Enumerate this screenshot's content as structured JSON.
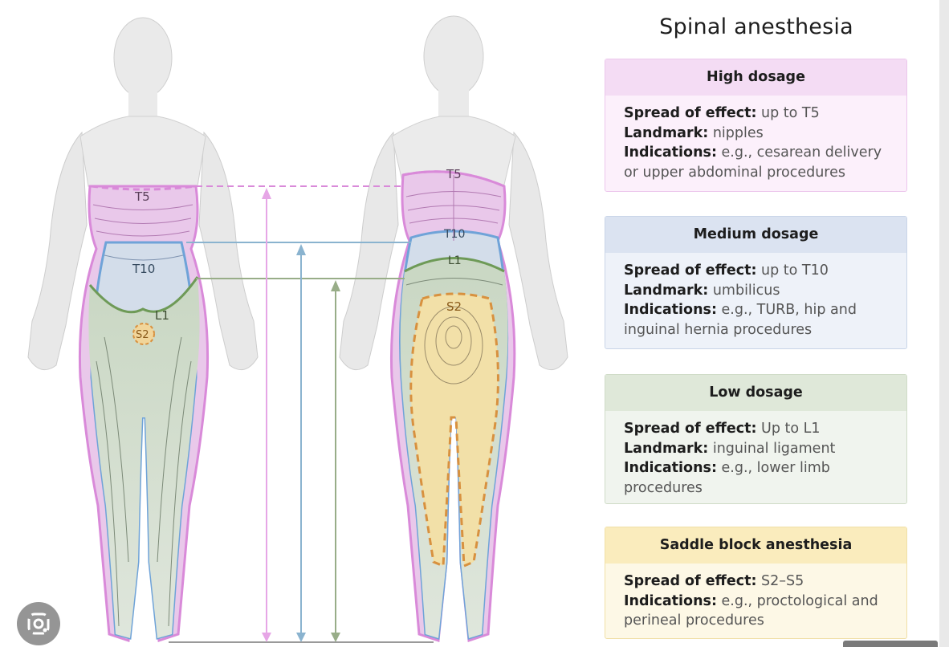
{
  "title": "Spinal anesthesia",
  "figure": {
    "front_labels": {
      "t5": "T5",
      "t10": "T10",
      "l1": "L1",
      "s2": "S2"
    },
    "back_labels": {
      "t5": "T5",
      "t10": "T10",
      "l1": "L1",
      "s2": "S2"
    }
  },
  "colors": {
    "high": "#d98ad9",
    "medium": "#6fa3d8",
    "low": "#6e9a57",
    "saddle": "#d8913f"
  },
  "cards": [
    {
      "heading": "High dosage",
      "rows": [
        {
          "key": "Spread of effect:",
          "value": " up to T5"
        },
        {
          "key": "Landmark:",
          "value": " nipples"
        },
        {
          "key": "Indications:",
          "value": " e.g., cesarean delivery or upper abdominal procedures"
        }
      ]
    },
    {
      "heading": "Medium dosage",
      "rows": [
        {
          "key": "Spread of effect:",
          "value": " up to T10"
        },
        {
          "key": "Landmark:",
          "value": " umbilicus"
        },
        {
          "key": "Indications:",
          "value": " e.g., TURB, hip and inguinal hernia procedures"
        }
      ]
    },
    {
      "heading": "Low dosage",
      "rows": [
        {
          "key": "Spread of effect:",
          "value": " Up to L1"
        },
        {
          "key": "Landmark:",
          "value": " inguinal ligament"
        },
        {
          "key": "Indications:",
          "value": " e.g., lower limb procedures"
        }
      ]
    },
    {
      "heading": "Saddle block anesthesia",
      "rows": [
        {
          "key": "Spread of effect:",
          "value": " S2–S5"
        },
        {
          "key": "Indications:",
          "value": " e.g., proctological and perineal procedures"
        }
      ]
    }
  ]
}
